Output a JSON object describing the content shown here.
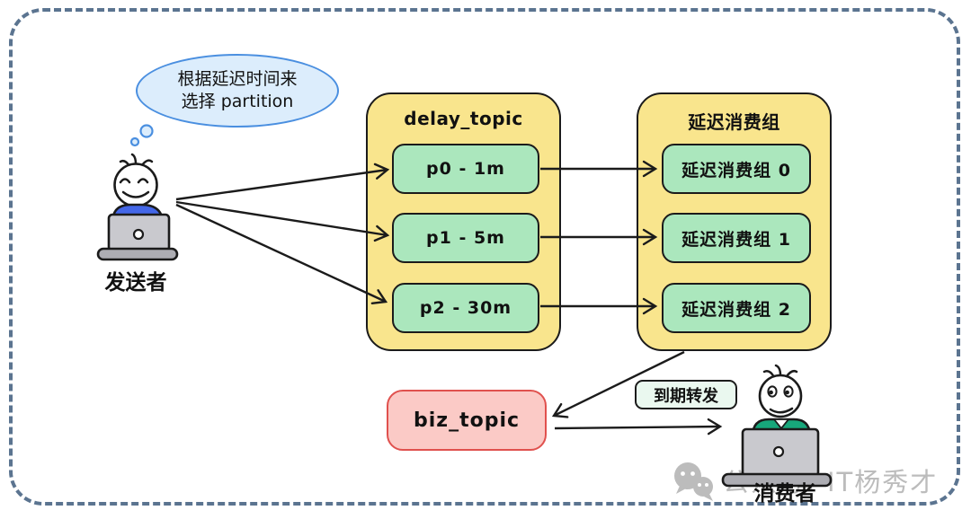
{
  "colors": {
    "ink": "#1b1b1b",
    "frame_blue": "#5b7490",
    "accent_blue": "#4a8fe0",
    "bubble_fill": "#dcedfc",
    "box_yellow": "#f9e58d",
    "box_green": "#abe7bd",
    "box_pink": "#fbcac6",
    "pink_border": "#e0514e",
    "forward_fill": "#eaf8ef",
    "shirt_blue": "#4467e8",
    "shirt_green": "#17a77b",
    "laptop_gray": "#c9c9ce",
    "laptop_base": "#adadb3",
    "watermark_gray": "#bcbcbc"
  },
  "thought_bubble": {
    "line1": "根据延迟时间来",
    "line2": "选择 partition"
  },
  "sender": {
    "label": "发送者"
  },
  "delay_topic": {
    "title": "delay_topic",
    "partitions": [
      "p0 - 1m",
      "p1 - 5m",
      "p2 - 30m"
    ]
  },
  "delay_consumer_groups": {
    "title": "延迟消费组",
    "groups": [
      "延迟消费组 0",
      "延迟消费组 1",
      "延迟消费组 2"
    ]
  },
  "biz_topic": {
    "label": "biz_topic"
  },
  "forward_badge": {
    "label": "到期转发"
  },
  "consumer": {
    "label": "消费者"
  },
  "watermark": {
    "icon": "wechat-icon",
    "text": "公众号: IT杨秀才"
  }
}
